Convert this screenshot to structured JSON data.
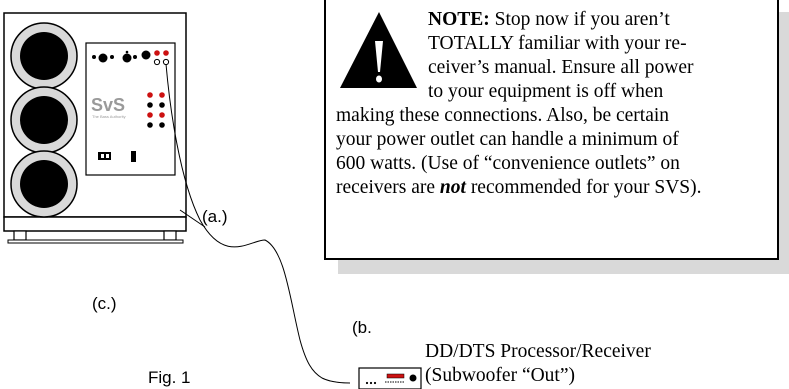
{
  "labels": {
    "a": "(a.)",
    "b": "(b.",
    "c": "(c.)",
    "fig": "Fig. 1"
  },
  "subwoofer": {
    "brand": "SvS",
    "tagline": "The Bass Authority"
  },
  "note": {
    "heading": "NOTE:",
    "line1_rest": "Stop now if you aren’t",
    "line2": "TOTALLY familiar with your re-",
    "line3": "ceiver’s manual.  Ensure all power",
    "line4": "to your equipment  is off  when",
    "line5": "making these connections. Also, be certain",
    "line6": "your power outlet can handle a minimum of",
    "line7": "600 watts. (Use of “convenience outlets” on",
    "line8_pre": "receivers are ",
    "line8_em": "not",
    "line8_post": " recommended for your SVS)."
  },
  "processor": {
    "line1": "DD/DTS Processor/Receiver",
    "line2": "(Subwoofer “Out”)"
  },
  "colors": {
    "driver_outer": "#d9d9d9",
    "driver_inner": "#000000",
    "jack_red": "#cc1111",
    "brand_gray": "#9a9a9a",
    "shadow": "#d9d9d9"
  }
}
